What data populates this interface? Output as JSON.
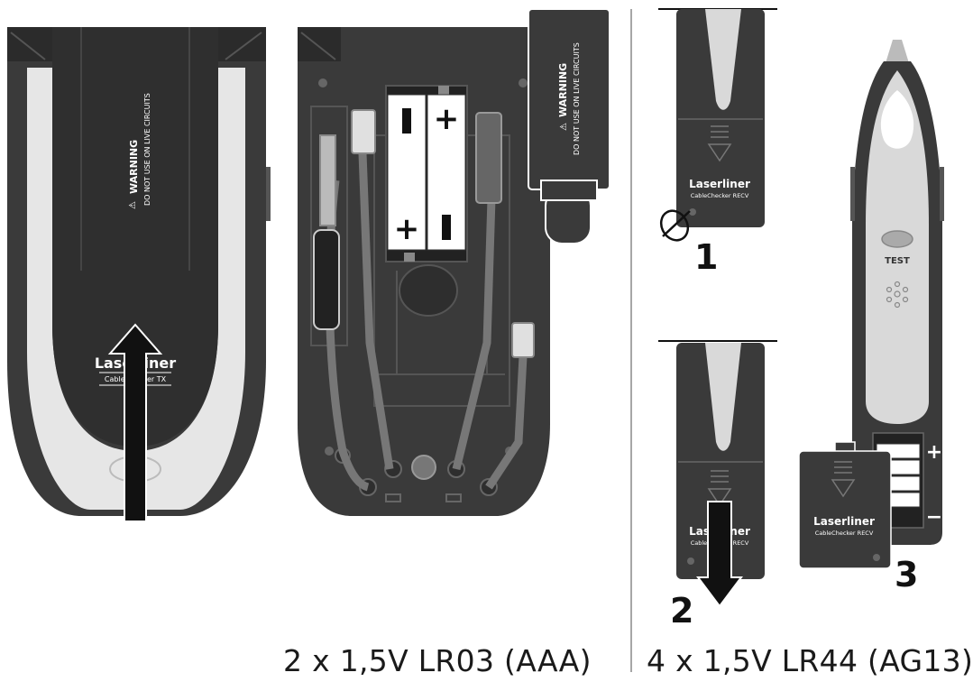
{
  "left_section": {
    "tx_back": {
      "warning_title": "WARNING",
      "warning_text": "DO NOT USE ON LIVE CIRCUITS",
      "brand": "Laserliner",
      "model": "CableChecker TX"
    },
    "battery_compartment": {
      "cell_a_top": "−",
      "cell_a_bottom": "+",
      "cell_b_top": "+",
      "cell_b_bottom": "−"
    },
    "tx_cover": {
      "warning_title": "WARNING",
      "warning_text": "DO NOT USE ON LIVE CIRCUITS"
    },
    "caption": "2 x 1,5V LR03 (AAA)"
  },
  "right_section": {
    "step1": {
      "brand": "Laserliner",
      "model": "CableChecker RECV",
      "label": "1"
    },
    "step2": {
      "brand": "Laserliner",
      "model": "CableChecker RECV",
      "label": "2"
    },
    "step3": {
      "brand": "Laserliner",
      "model": "CableChecker RECV",
      "label": "3",
      "test_button": "TEST",
      "plus": "+",
      "minus": "−"
    },
    "caption": "4 x 1,5V LR44 (AG13)"
  },
  "colors": {
    "body": "#3a3a3a",
    "body_dark": "#2b2b2b",
    "light_gray": "#d9d9d9",
    "mid_gray": "#8a8a8a",
    "white": "#ffffff",
    "arrow": "#111111"
  }
}
